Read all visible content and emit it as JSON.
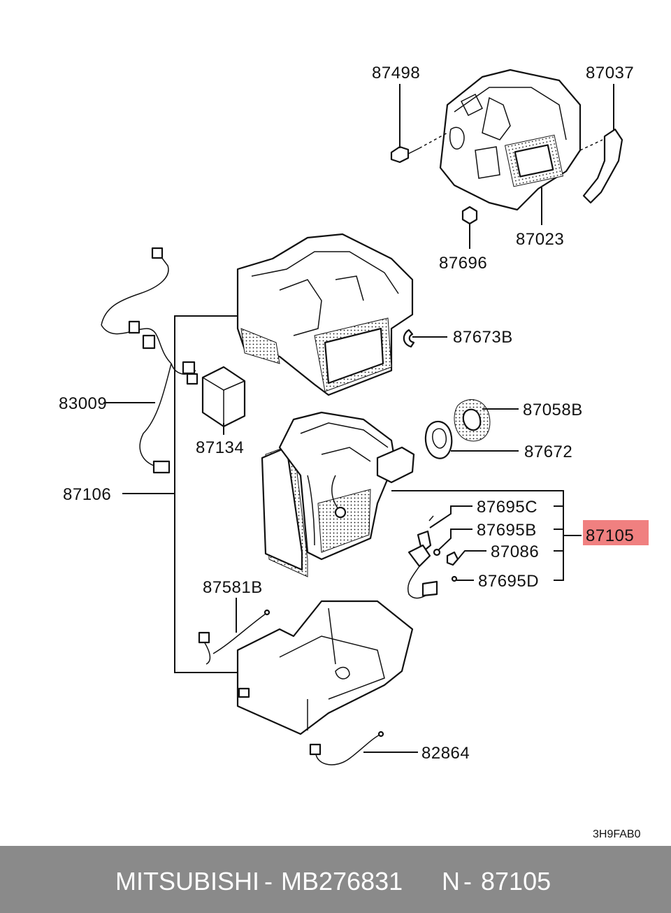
{
  "diagram": {
    "labels": {
      "p87498": "87498",
      "p87037": "87037",
      "p87023": "87023",
      "p87696": "87696",
      "p87673B": "87673B",
      "p83009": "83009",
      "p87134": "87134",
      "p87058B": "87058B",
      "p87672": "87672",
      "p87106": "87106",
      "p87695C": "87695C",
      "p87695B": "87695B",
      "p87086": "87086",
      "p87695D": "87695D",
      "p87105": "87105",
      "p87581B": "87581B",
      "p82864": "82864"
    },
    "ref_code": "3H9FAB0",
    "highlight_color": "#f08080"
  },
  "footer": {
    "brand": "MITSUBISHI",
    "dash1": "-",
    "part_number": "MB276831",
    "n_label": "N",
    "dash2": "-",
    "ref_number": "87105"
  }
}
